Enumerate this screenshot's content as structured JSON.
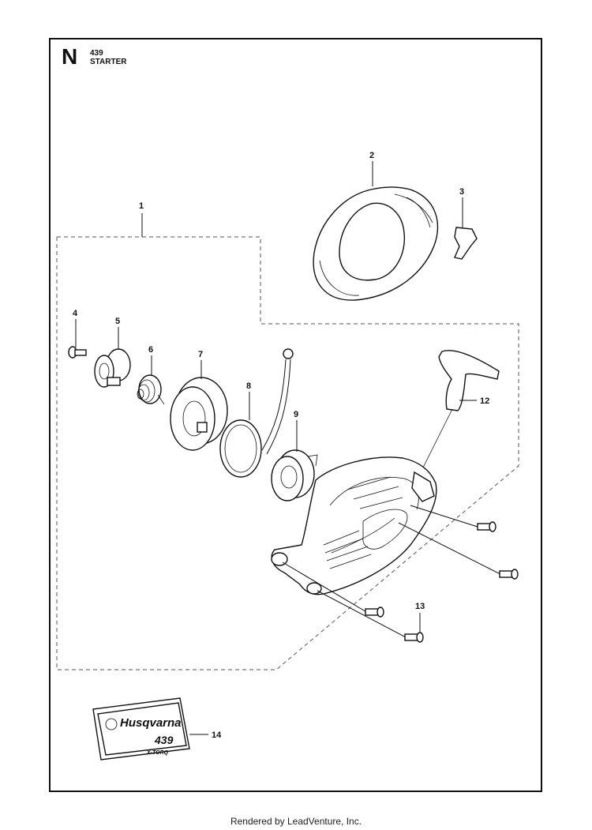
{
  "header": {
    "section_letter": "N",
    "model": "439",
    "title": "STARTER"
  },
  "callouts": {
    "c1": "1",
    "c2": "2",
    "c3": "3",
    "c4": "4",
    "c5": "5",
    "c6": "6",
    "c7": "7",
    "c8": "8",
    "c9": "9",
    "c12": "12",
    "c13": "13",
    "c14": "14"
  },
  "decal": {
    "brand": "Husqvarna",
    "model": "439",
    "series": "X-TORQ"
  },
  "footer": {
    "credit": "Rendered by LeadVenture, Inc."
  }
}
